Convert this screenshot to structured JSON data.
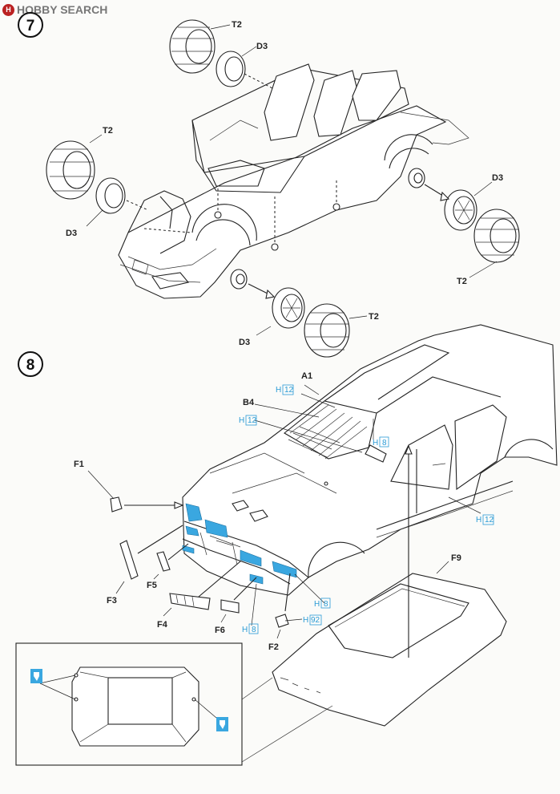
{
  "watermark": {
    "logo_text": "H",
    "text": "HOBBY SEARCH"
  },
  "steps": [
    {
      "number": "7",
      "labels": {
        "t2_a": "T2",
        "d3_a": "D3",
        "t2_b": "T2",
        "d3_b": "D3",
        "d3_c": "D3",
        "t2_c": "T2",
        "d3_d": "D3",
        "t2_d": "T2"
      }
    },
    {
      "number": "8",
      "labels": {
        "a1": "A1",
        "b4": "B4",
        "f1": "F1",
        "f3": "F3",
        "f5": "F5",
        "f4": "F4",
        "f6": "F6",
        "f2": "F2",
        "f9": "F9"
      },
      "paint": {
        "h12_a": {
          "letter": "H",
          "code": "12"
        },
        "h12_b": {
          "letter": "H",
          "code": "12"
        },
        "h8_a": {
          "letter": "H",
          "code": "8"
        },
        "h12_c": {
          "letter": "H",
          "code": "12"
        },
        "h8_b": {
          "letter": "H",
          "code": "8"
        },
        "h8_c": {
          "letter": "H",
          "code": "8"
        },
        "h92": {
          "letter": "H",
          "code": "92"
        }
      }
    }
  ],
  "colors": {
    "paint_blue": "#3aa7e0",
    "line": "#222222"
  }
}
